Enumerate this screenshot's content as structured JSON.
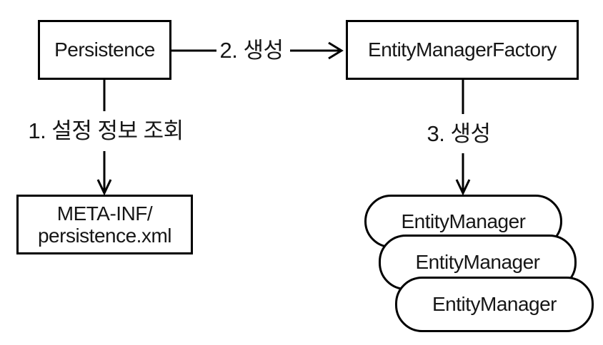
{
  "diagram": {
    "nodes": {
      "persistence": {
        "label": "Persistence"
      },
      "entity_manager_factory": {
        "label": "EntityManagerFactory"
      },
      "persistence_xml": {
        "line1": "META-INF/",
        "line2": "persistence.xml"
      },
      "entity_managers": [
        {
          "label": "EntityManager"
        },
        {
          "label": "EntityManager"
        },
        {
          "label": "EntityManager"
        }
      ]
    },
    "edges": {
      "step1": {
        "label": "1. 설정 정보 조회"
      },
      "step2": {
        "label": "2. 생성"
      },
      "step3": {
        "label": "3. 생성"
      }
    },
    "colors": {
      "stroke": "#000000",
      "text": "#161616",
      "background": "#ffffff"
    }
  }
}
